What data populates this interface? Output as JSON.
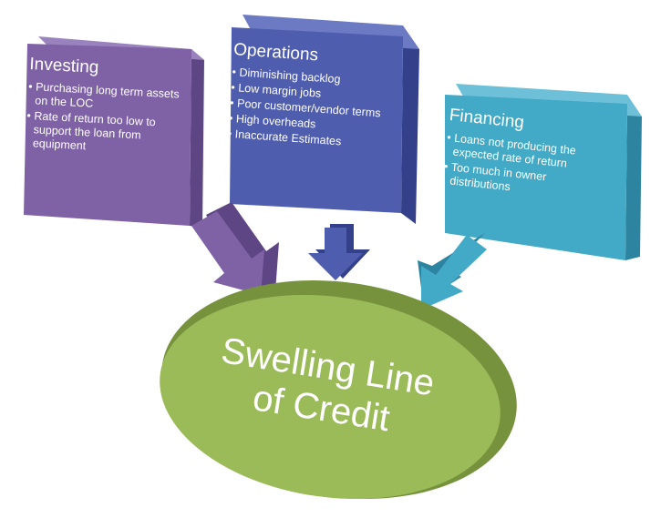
{
  "colors": {
    "investing": "#7F62A6",
    "investing_dark": "#5E4584",
    "operations": "#4F5DAF",
    "operations_dark": "#35408A",
    "financing": "#42A9C6",
    "financing_dark": "#2D84A0",
    "center": "#9BBB59",
    "center_dark": "#76923C"
  },
  "cards": [
    {
      "title": "Investing",
      "items": [
        "Purchasing long term assets on the LOC",
        "Rate of return too low to support the loan from equipment"
      ]
    },
    {
      "title": "Operations",
      "items": [
        "Diminishing backlog",
        "Low margin jobs",
        "Poor customer/vendor terms",
        "High overheads",
        "Inaccurate Estimates"
      ]
    },
    {
      "title": "Financing",
      "items": [
        "Loans not producing the expected rate of return",
        "Too much in owner distributions"
      ]
    }
  ],
  "center": {
    "line1": "Swelling Line",
    "line2": "of Credit"
  }
}
